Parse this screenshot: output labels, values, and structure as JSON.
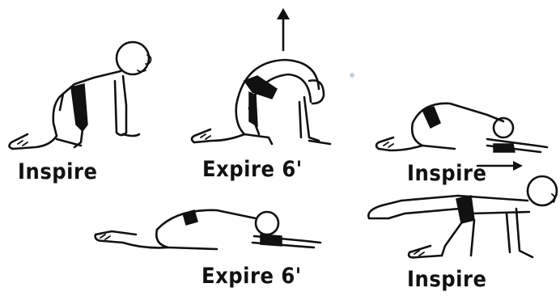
{
  "captions": {
    "step1": "Inspire",
    "step2": "Expire 6'",
    "step3": "Inspire",
    "step4": "Expire 6'",
    "step5": "Inspire"
  },
  "icons": {
    "up_arrow": "arrow-up-icon",
    "right_arrow": "arrow-right-icon"
  },
  "colors": {
    "ink": "#111111",
    "paper": "#ffffff"
  }
}
